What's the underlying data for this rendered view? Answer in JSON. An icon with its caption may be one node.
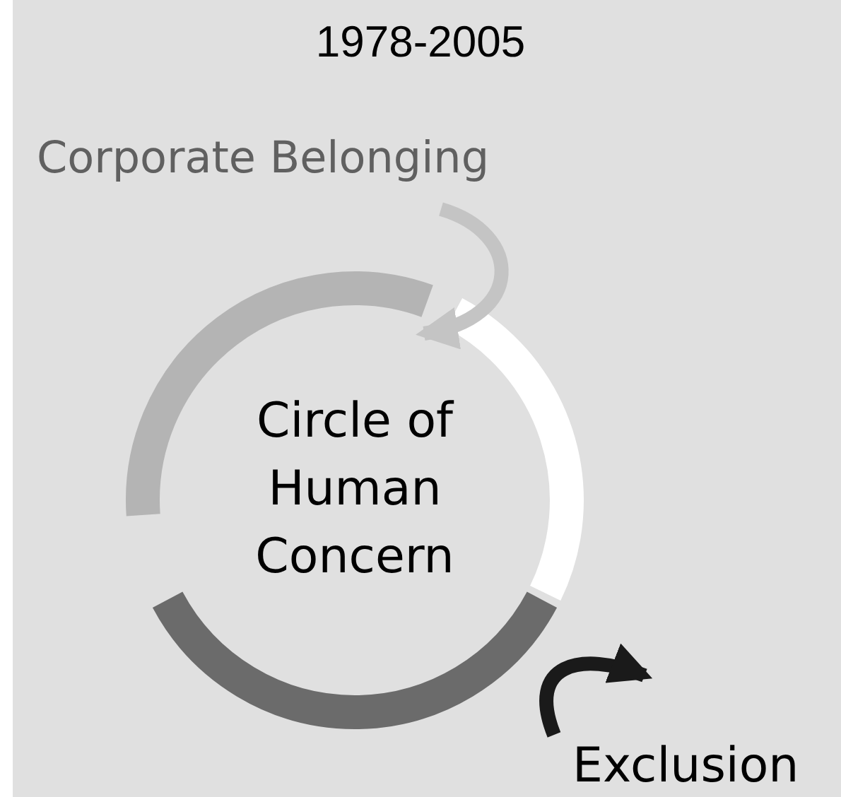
{
  "diagram": {
    "title": "1978-2005",
    "nodes": [
      {
        "text": [
          "Corporate Belonging"
        ]
      },
      {
        "text": [
          "Circle of Human Concern"
        ]
      },
      {
        "text": [
          "Exclusion"
        ]
      }
    ],
    "edges": [
      {
        "from": 0,
        "to": 1,
        "arrow": "to",
        "color": "#c4c4c4"
      },
      {
        "from": 1,
        "to": 2,
        "arrow": "to",
        "color": "#1a1a1a"
      }
    ]
  }
}
